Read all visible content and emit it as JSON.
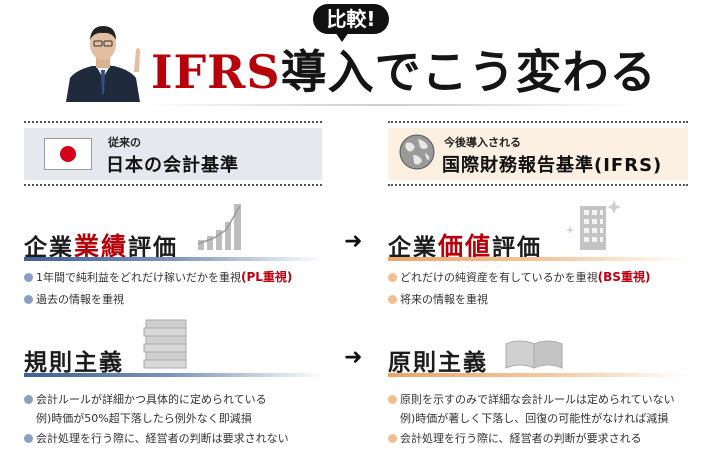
{
  "header": {
    "badge": "比較!",
    "title_accent": "IFRS",
    "title_rest": "導入でこう変わる"
  },
  "left_banner": {
    "small": "従来の",
    "big": "日本の会計基準"
  },
  "right_banner": {
    "small": "今後導入される",
    "big": "国際財務報告基準(IFRS)"
  },
  "row1": {
    "left": {
      "title_a": "企業",
      "title_hl": "業績",
      "title_b": "評価",
      "bullet1_text": "1年間で純利益をどれだけ稼いだかを重視",
      "bullet1_tag": "(PL重視)",
      "bullet2": "過去の情報を重視"
    },
    "right": {
      "title_a": "企業",
      "title_hl": "価値",
      "title_b": "評価",
      "bullet1_text": "どれだけの純資産を有しているかを重視",
      "bullet1_tag": "(BS重視)",
      "bullet2": "将来の情報を重視"
    }
  },
  "row2": {
    "left": {
      "title": "規則主義",
      "bullet1": "会計ルールが詳細かつ具体的に定められている",
      "bullet1_sub": "例)時価が50%超下落したら例外なく即減損",
      "bullet2": "会計処理を行う際に、経営者の判断は要求されない"
    },
    "right": {
      "title": "原則主義",
      "bullet1": "原則を示すのみで詳細な会計ルールは定められていない",
      "bullet1_sub": "例)時価が著しく下落し、回復の可能性がなければ減損",
      "bullet2": "会計処理を行う際に、経営者の判断が要求される"
    }
  },
  "arrows": [
    "➜",
    "➜"
  ],
  "icons": [
    "person-photo",
    "japan-flag-icon",
    "globe-icon",
    "growth-chart-icon",
    "building-icon",
    "document-stack-icon",
    "open-book-icon",
    "arrow-right-icon"
  ]
}
